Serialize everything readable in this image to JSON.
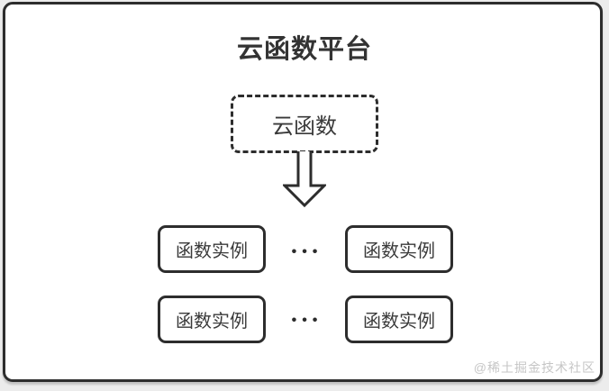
{
  "diagram": {
    "title": "云函数平台",
    "cloud_function_label": "云函数",
    "rows": [
      {
        "left": "函数实例",
        "dots": "•••",
        "right": "函数实例"
      },
      {
        "left": "函数实例",
        "dots": "•••",
        "right": "函数实例"
      }
    ],
    "watermark": "@稀土掘金技术社区",
    "colors": {
      "stroke": "#2d2d2d",
      "title_text": "#333333",
      "box_text": "#3a3a3a",
      "watermark_text": "#c6c6c6",
      "background": "#ffffff"
    }
  }
}
